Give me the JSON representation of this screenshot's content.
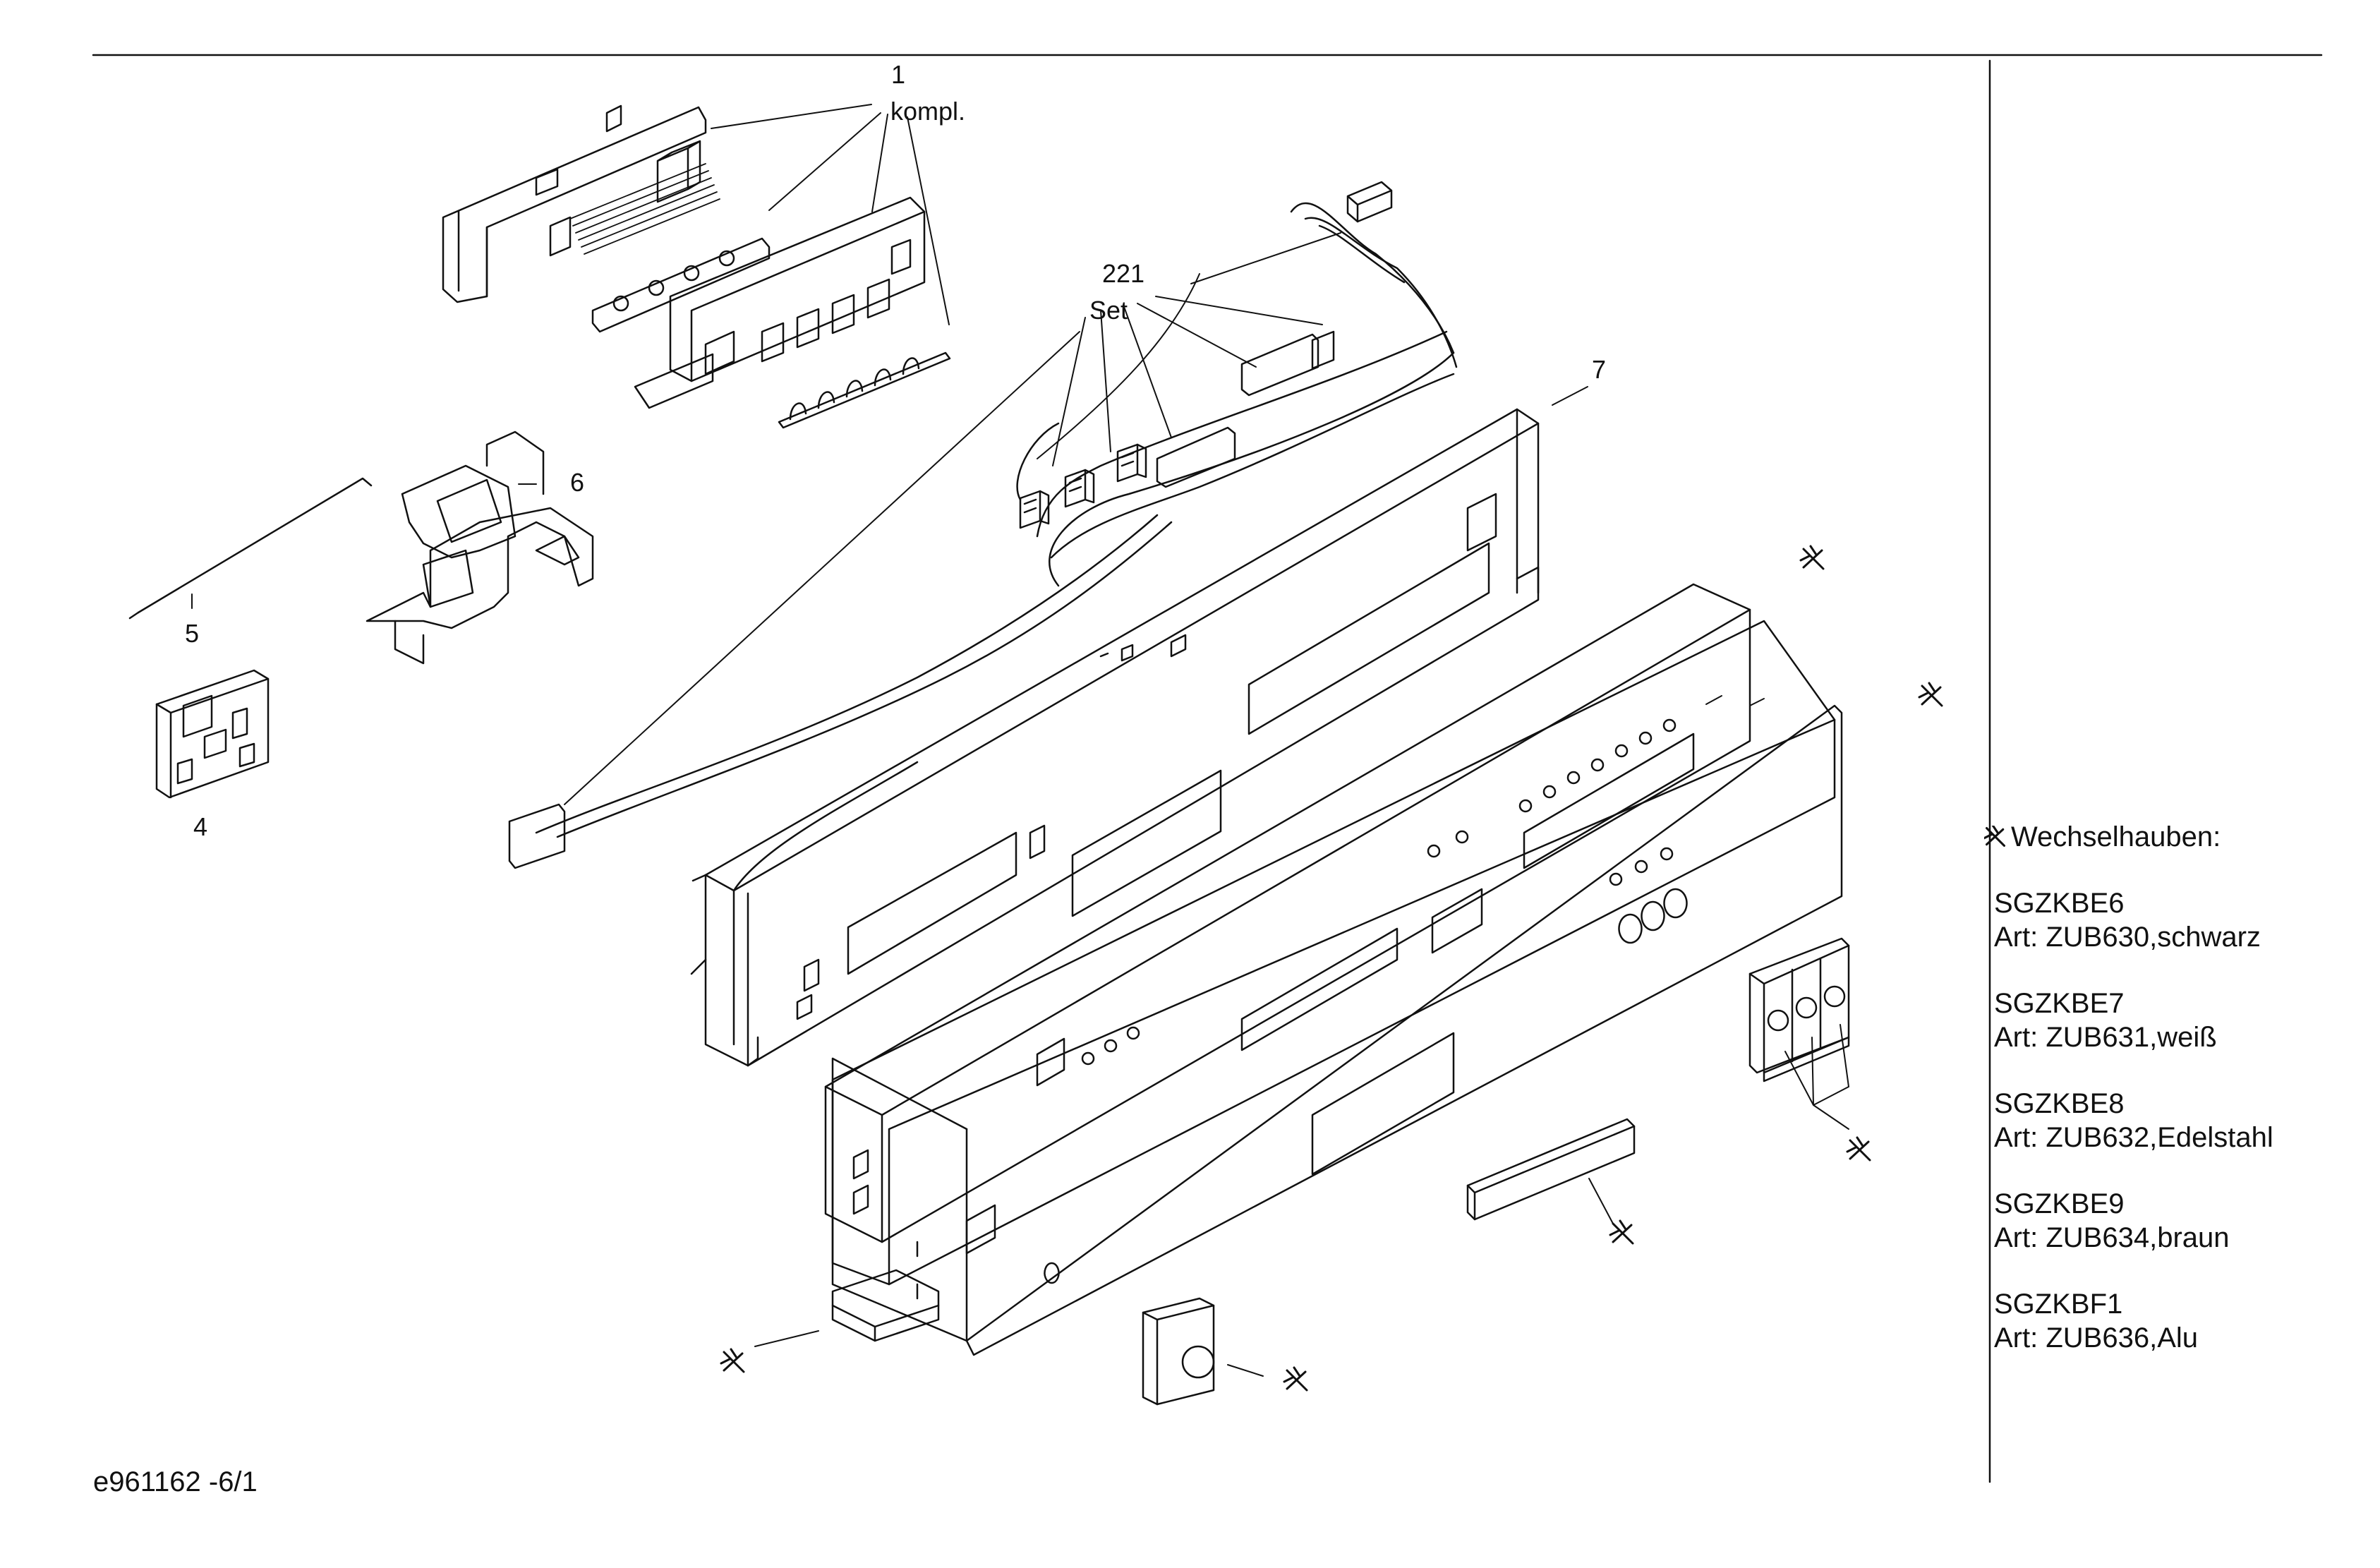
{
  "callouts": {
    "c1_num": "1",
    "c1_text": "kompl.",
    "c221_num": "221",
    "c221_text": "Set",
    "c7": "7",
    "c6": "6",
    "c5": "5",
    "c4": "4"
  },
  "legend": {
    "heading": "Wechselhauben:",
    "entries": [
      {
        "model": "SGZKBE6",
        "art": "Art: ZUB630,schwarz"
      },
      {
        "model": "SGZKBE7",
        "art": "Art: ZUB631,weiß"
      },
      {
        "model": "SGZKBE8",
        "art": "Art: ZUB632,Edelstahl"
      },
      {
        "model": "SGZKBE9",
        "art": "Art: ZUB634,braun"
      },
      {
        "model": "SGZKBF1",
        "art": "Art: ZUB636,Alu"
      }
    ]
  },
  "footer_code": "e961162 -6/1",
  "icons": {
    "accessory_marker": "star-cross-icon"
  }
}
